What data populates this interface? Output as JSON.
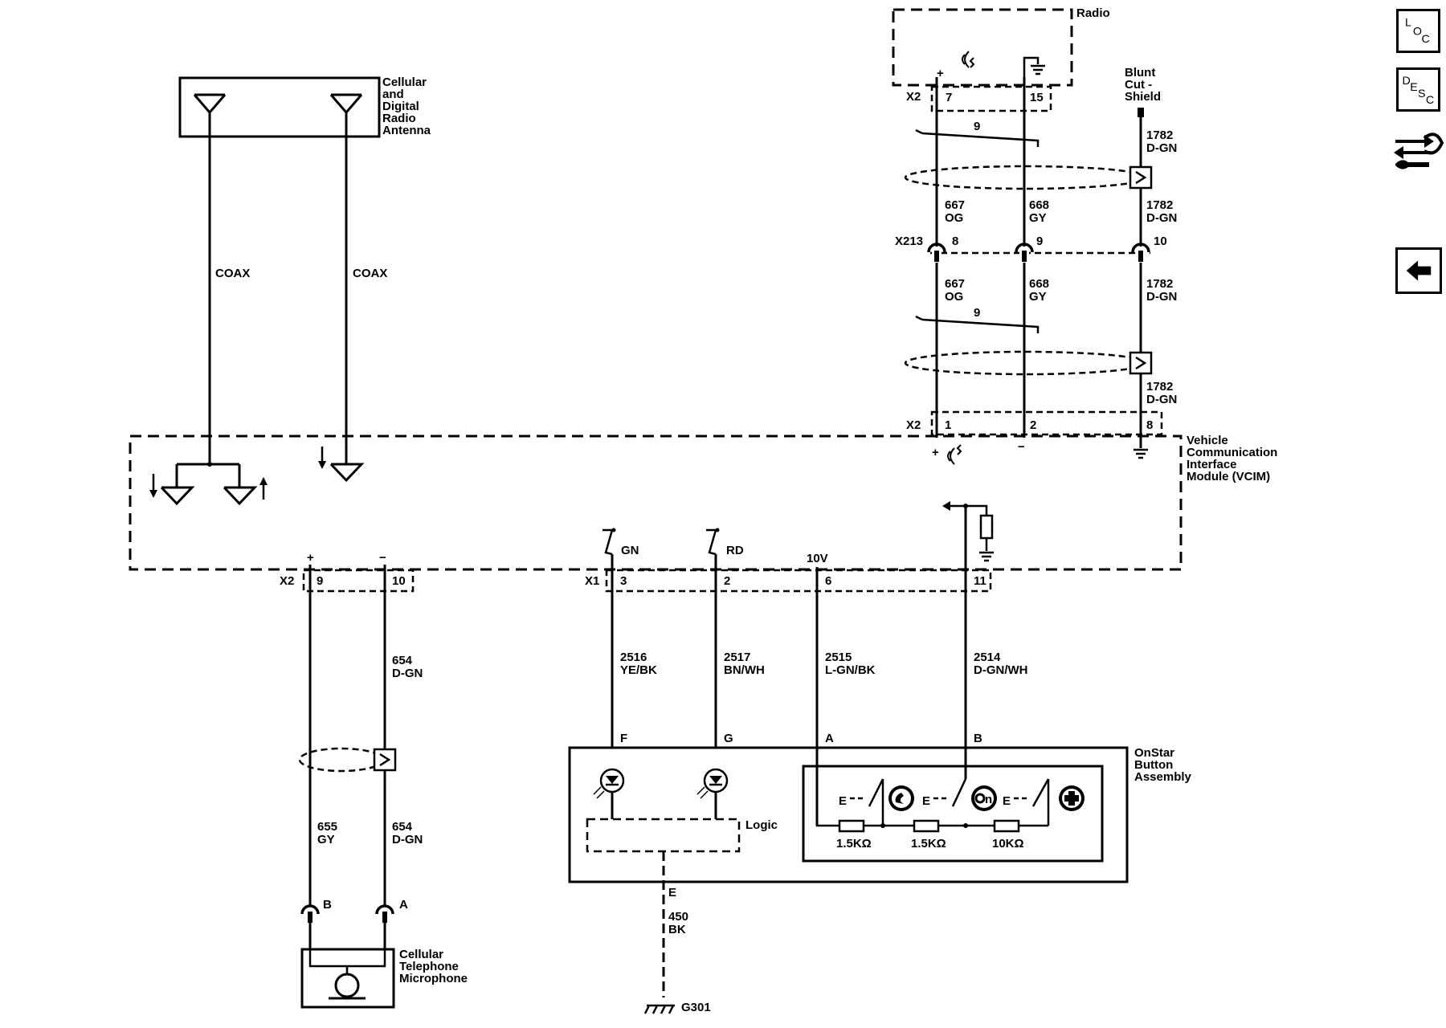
{
  "components": {
    "antenna": "Cellular\nand\nDigital\nRadio\nAntenna",
    "radio": "Radio",
    "vcim": "Vehicle\nCommunication\nInterface\nModule (VCIM)",
    "blunt_cut": "Blunt\nCut -\nShield",
    "onstar": "OnStar\nButton\nAssembly",
    "microphone": "Cellular\nTelephone\nMicrophone",
    "logic": "Logic"
  },
  "antenna_wires": [
    "COAX",
    "COAX"
  ],
  "connectors": {
    "radio_x2": "X2",
    "x213": "X213",
    "vcim_x2_top": "X2",
    "vcim_x2_bottom": "X2",
    "vcim_x1": "X1"
  },
  "radio_pins": [
    "7",
    "15"
  ],
  "x213_pins": [
    "8",
    "9",
    "10"
  ],
  "vcim_top_pins": [
    "1",
    "2",
    "8"
  ],
  "vcim_bottom_x2_pins": [
    "9",
    "10"
  ],
  "vcim_x1_pins": [
    "3",
    "2",
    "6",
    "11"
  ],
  "twist_label": "9",
  "circuits": {
    "c667": {
      "num": "667",
      "color": "OG"
    },
    "c668": {
      "num": "668",
      "color": "GY"
    },
    "c1782": {
      "num": "1782",
      "color": "D-GN"
    },
    "c654": {
      "num": "654",
      "color": "D-GN"
    },
    "c655": {
      "num": "655",
      "color": "GY"
    },
    "c2516": {
      "num": "2516",
      "color": "YE/BK"
    },
    "c2517": {
      "num": "2517",
      "color": "BN/WH"
    },
    "c2515": {
      "num": "2515",
      "color": "L-GN/BK"
    },
    "c2514": {
      "num": "2514",
      "color": "D-GN/WH"
    },
    "c450": {
      "num": "450",
      "color": "BK"
    }
  },
  "vcim_signals": {
    "gn": "GN",
    "rd": "RD",
    "v10": "10V",
    "plus": "+",
    "minus": "−"
  },
  "onstar_pins": [
    "F",
    "G",
    "A",
    "B",
    "E"
  ],
  "mic_pins": [
    "B",
    "A"
  ],
  "resistors": [
    "1.5KΩ",
    "1.5KΩ",
    "10KΩ"
  ],
  "ground": "G301",
  "nav": {
    "loc": {
      "a": "L",
      "b": "O",
      "c": "C"
    },
    "desc": {
      "a": "D",
      "b": "E",
      "c": "S",
      "d": "C"
    }
  }
}
